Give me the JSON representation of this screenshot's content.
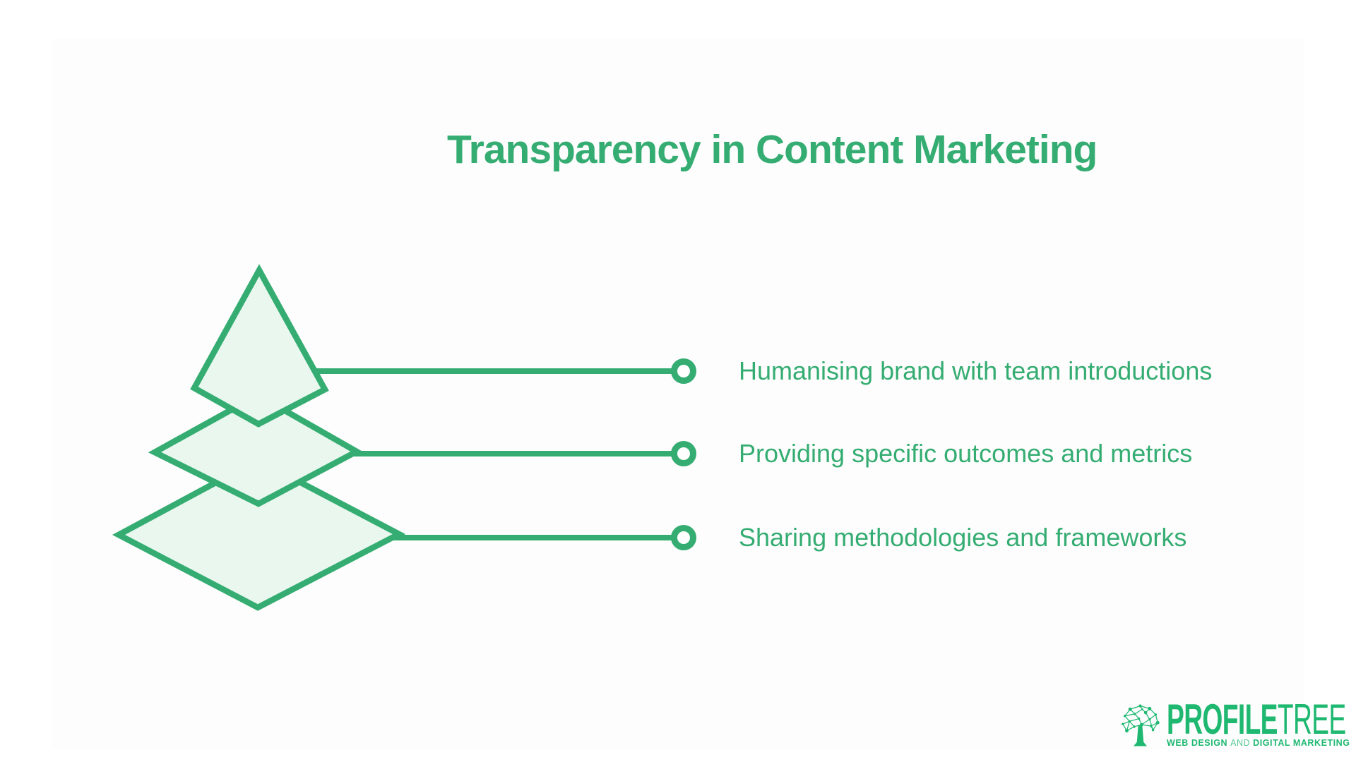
{
  "page": {
    "title": "Transparency in Content Marketing"
  },
  "diagram": {
    "items": [
      {
        "label": "Humanising brand with team introductions"
      },
      {
        "label": "Providing specific outcomes and metrics"
      },
      {
        "label": "Sharing methodologies and frameworks"
      }
    ]
  },
  "logo": {
    "brand_primary": "PROFILE",
    "brand_secondary": "TREE",
    "tagline_lead": "WEB DESIGN",
    "tagline_connector": "AND",
    "tagline_tail": "DIGITAL MARKETING"
  },
  "colors": {
    "accent": "#35ad72",
    "shape_fill": "#e9f7ef",
    "logo_green": "#1eb871",
    "slide_background": "#fdfdfd",
    "page_background": "#ffffff"
  }
}
